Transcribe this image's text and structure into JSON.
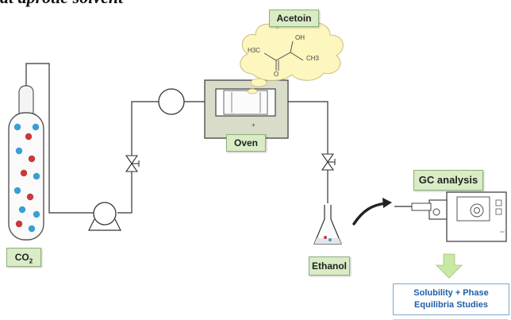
{
  "header": {
    "text": "at aprotic solvent"
  },
  "labels": {
    "acetoin": "Acetoin",
    "oven": "Oven",
    "co2_main": "CO",
    "co2_sub": "2",
    "ethanol": "Ethanol",
    "gc_analysis": "GC analysis",
    "result_line1": "Solubility + Phase",
    "result_line2": "Equilibria Studies"
  },
  "molecule": {
    "oh": "OH",
    "h3c": "H3C",
    "ch3": "CH3",
    "o": "O"
  },
  "colors": {
    "label_fill": "#d9ecc6",
    "oven_fill": "#d8dcc8",
    "cloud_fill": "#fdf6bf",
    "result_text": "#1f5ea8",
    "arrow_fill": "#c8e8a4",
    "molecule_red": "#c63a3a",
    "molecule_blue": "#3a9fd3"
  }
}
